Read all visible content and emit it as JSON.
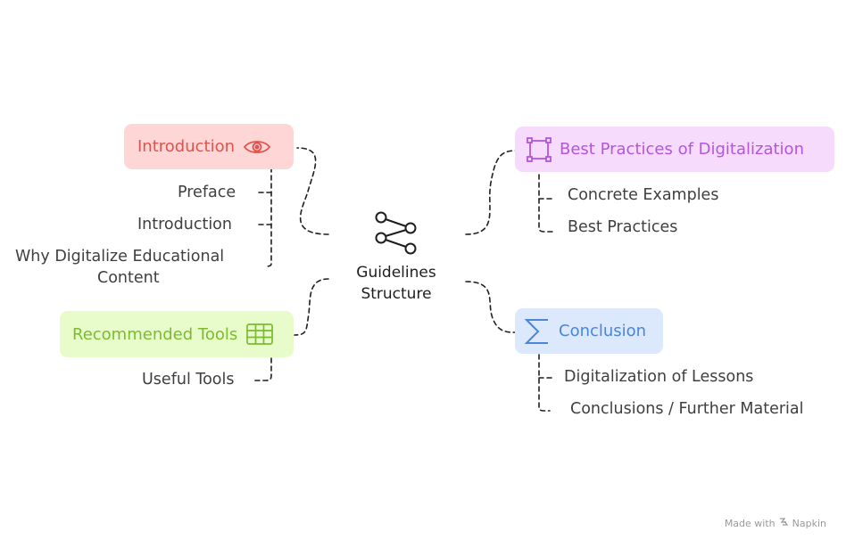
{
  "center": {
    "line1": "Guidelines",
    "line2": "Structure",
    "icon": "share-network-icon"
  },
  "branches": {
    "introduction": {
      "label": "Introduction",
      "icon": "eye-icon",
      "color": "#e0524d",
      "bg": "#fdd6d5",
      "children": [
        "Preface",
        "Introduction",
        "Why Digitalize Educational",
        "Content"
      ]
    },
    "best_practices": {
      "label": "Best Practices of Digitalization",
      "icon": "frame-icon",
      "color": "#b355dd",
      "bg": "#f6dbfc",
      "children": [
        "Concrete Examples",
        "Best Practices"
      ]
    },
    "recommended_tools": {
      "label": "Recommended Tools",
      "icon": "table-icon",
      "color": "#7cbb2f",
      "bg": "#e8fccb",
      "children": [
        "Useful Tools"
      ]
    },
    "conclusion": {
      "label": "Conclusion",
      "icon": "sigma-icon",
      "color": "#4a86d8",
      "bg": "#dce8fb",
      "children": [
        "Digitalization of Lessons",
        "Conclusions / Further Material"
      ]
    }
  },
  "footer": {
    "made_with": "Made with",
    "brand": "Napkin"
  }
}
